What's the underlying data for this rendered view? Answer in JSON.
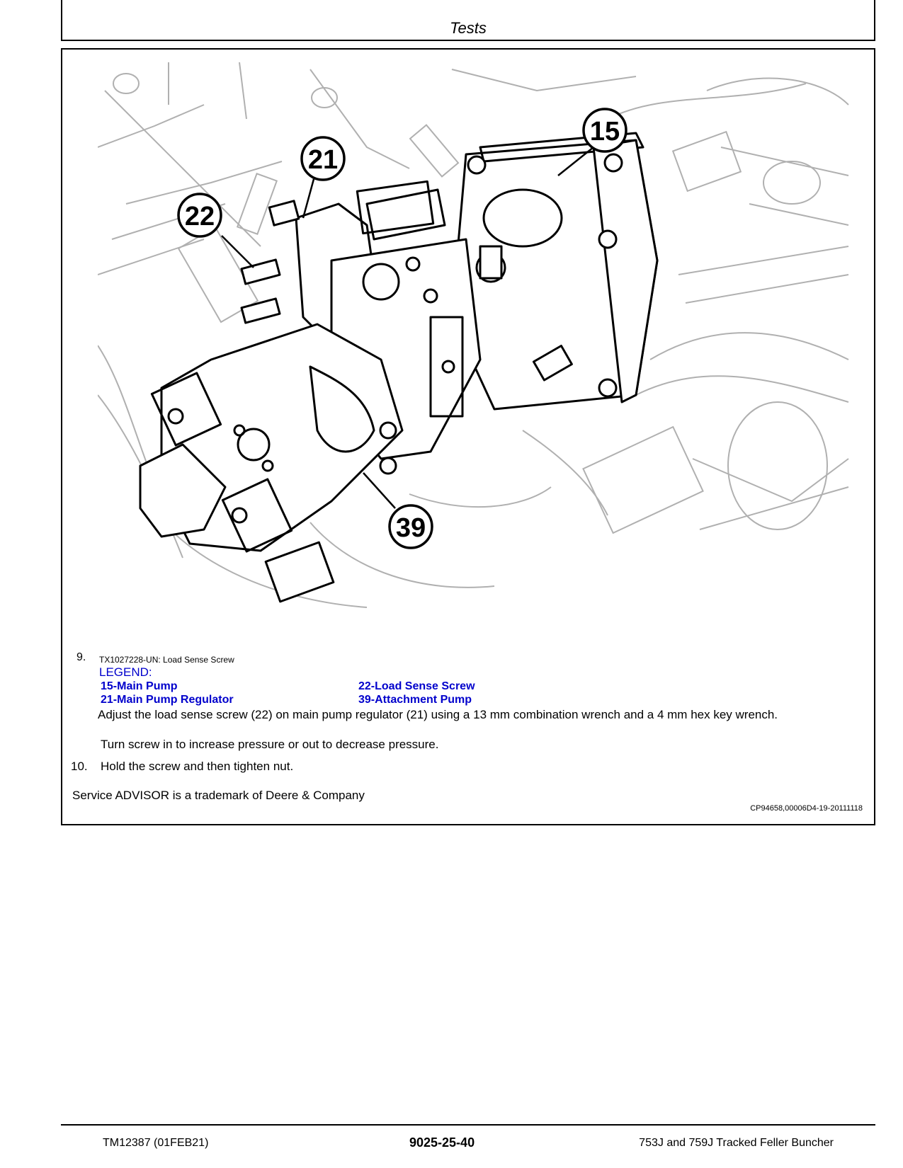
{
  "header": {
    "title": "Tests"
  },
  "figure": {
    "callouts": [
      "15",
      "21",
      "22",
      "39"
    ]
  },
  "step9": {
    "number": "9.",
    "caption": "TX1027228-UN: Load Sense Screw",
    "legend_label": "LEGEND:",
    "legend": [
      "15-Main Pump",
      "22-Load Sense Screw",
      "21-Main Pump Regulator",
      "39-Attachment Pump"
    ],
    "instruction": "Adjust the load sense screw (22) on main pump regulator (21) using a 13 mm combination wrench and a 4 mm hex key wrench.",
    "note": "Turn screw in to increase pressure or out to decrease pressure."
  },
  "step10": {
    "number": "10.",
    "text": "Hold the screw and then tighten nut."
  },
  "trademark": "Service ADVISOR is a trademark of Deere & Company",
  "doc_id": "CP94658,00006D4-19-20111118",
  "footer": {
    "left": "TM12387 (01FEB21)",
    "center": "9025-25-40",
    "right": "753J and 759J Tracked Feller Buncher"
  }
}
